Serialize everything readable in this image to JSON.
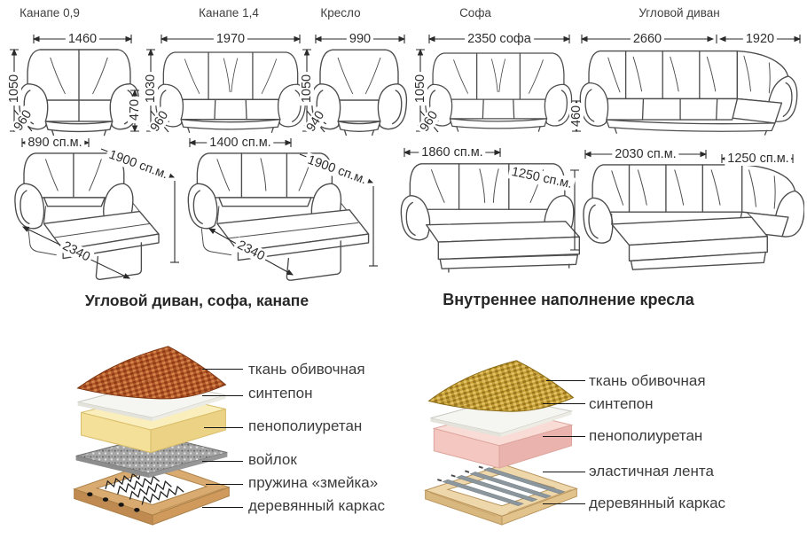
{
  "top_row": [
    {
      "title": "Канапе 0,9",
      "dim_width": "1460",
      "dim_height": "1050",
      "dim_depth": "960",
      "dim_seat": "470"
    },
    {
      "title": "Канапе 1,4",
      "dim_width": "1970",
      "dim_height": "1030",
      "dim_depth": "960"
    },
    {
      "title": "Кресло",
      "dim_width": "990",
      "dim_height": "1050",
      "dim_depth": "940"
    },
    {
      "title": "Софа",
      "dim_width": "2350 софа",
      "dim_height": "1050",
      "dim_depth": "960"
    },
    {
      "title": "Угловой диван",
      "dim_width": "2660",
      "dim_width2": "1920",
      "dim_height": "460"
    }
  ],
  "bed_row": [
    {
      "dim_bed_width": "890 сп.м.",
      "dim_bed_length": "1900 сп.м.",
      "dim_diagonal": "2340"
    },
    {
      "dim_bed_width": "1400 сп.м.",
      "dim_bed_length": "1900 сп.м.",
      "dim_diagonal": "2340"
    },
    {
      "dim_bed_width": "1860 сп.м.",
      "dim_bed_length": "1250 сп.м."
    },
    {
      "dim_bed_width": "2030 сп.м.",
      "dim_bed_length": "1250 сп.м."
    }
  ],
  "headers": {
    "left": "Угловой диван, софа, канапе",
    "right": "Внутреннее наполнение кресла"
  },
  "layers_left": [
    "ткань обивочная",
    "синтепон",
    "пенополиуретан",
    "войлок",
    "пружина «змейка»",
    "деревянный каркас"
  ],
  "layers_right": [
    "ткань обивочная",
    "синтепон",
    "пенополиуретан",
    "эластичная лента",
    "деревянный каркас"
  ],
  "colors": {
    "wood": "#d9ab70",
    "wood-front": "#c08a50",
    "wood-side": "#cf9a5c",
    "wood2": "#eed7ab",
    "wood2-front": "#d9b87f",
    "wood2-side": "#e2c38c",
    "foam-top": "#f9eebc",
    "foam-front": "#f5e09a",
    "foam-side": "#ecd284",
    "pink-top": "#f9dcd6",
    "pink-front": "#f4c7c1",
    "pink-side": "#eab3ad",
    "fabric-orange": "#b2582a",
    "fabric-orange-dark": "#8e3a14",
    "fabric-orange-light": "#d4854a",
    "fabric-gold": "#c59f35",
    "fabric-gold-dark": "#97741d",
    "fabric-gold-light": "#e3c367",
    "felt": "#a6a6a6",
    "strap": "#8c969d",
    "white-sheet": "#f5f5f1",
    "line": "#4d4d4d"
  }
}
